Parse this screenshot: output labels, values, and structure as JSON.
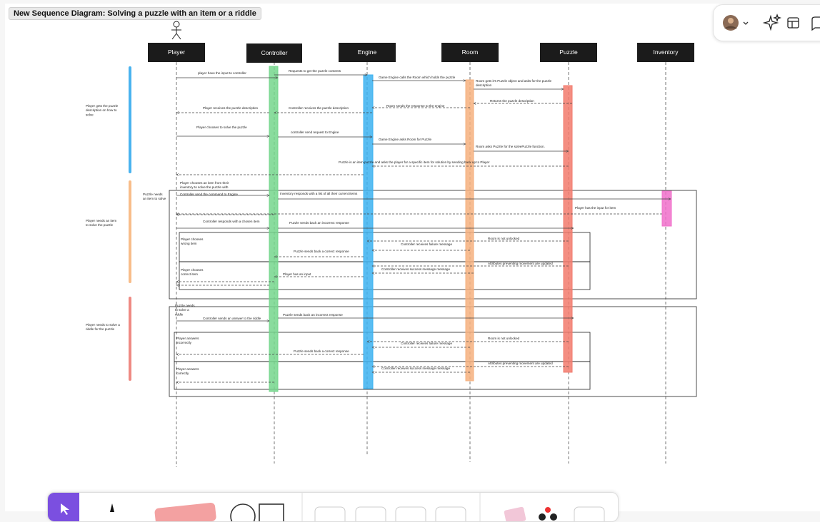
{
  "title": "New Sequence Diagram: Solving a puzzle with an item or a riddle",
  "colors": {
    "controller": "#74d68c",
    "engine": "#3cb2f0",
    "room": "#f6b07e",
    "puzzle": "#f27a6c",
    "inventory": "#f06fca",
    "box": "#1b1b1b",
    "bar_blue": "#4ab3ef",
    "bar_orange": "#f8bd8a",
    "bar_red": "#ee8a83"
  },
  "participants": [
    "Player",
    "Controller",
    "Engine",
    "Room",
    "Puzzle",
    "Inventory"
  ],
  "side_notes": [
    [
      "Player gets the puzzle",
      "description on how to",
      "solve"
    ],
    [
      "Player needs an item",
      "to solve the puzzle"
    ],
    [
      "Player needs to solve a",
      "riddle for the puzzle"
    ]
  ],
  "fragment_labels": {
    "item": [
      "Puzzle needs",
      "an item to solve"
    ],
    "riddle": [
      "Puzzle needs",
      "to solve a",
      "riddle"
    ],
    "wrong_item": [
      "Player chooses",
      "wrong item"
    ],
    "correct_item": [
      "Player chooses",
      "correct item"
    ],
    "wrong_answer": [
      "Player answers",
      "incorrectly"
    ],
    "correct_answer": [
      "Player answers",
      "correctly"
    ]
  },
  "messages": [
    "player have the input to controller",
    "Requests to get the puzzle contents",
    "Game Engine calls the Room which holds the puzzle",
    [
      "Room gets it's Puzzle object and asks for the puzzle",
      "description"
    ],
    "Returns the puzzle description",
    "Room sends the response to the engine",
    "Controller receives the puzzle description",
    "Player receives the puzzle description",
    "Player chooses to solve the puzzle",
    "controller send request to Engine",
    "Game Engine asks Room for Puzzle",
    "Room asks Puzzle for the solvePuzzle function.",
    "Puzzle is an item puzzle and asks the player for a specific item for solution by sending back up to Player",
    [
      "Player chooses an item from their",
      "inventory to solve the puzzle with"
    ],
    "Controller send the command to Engine",
    "Inventory responds with a list of all their current items",
    "Player has the input for item",
    "Controller responds with a chosen item",
    "Puzzle sends back an incorrect response",
    "Room is not unlocked",
    "Controller receives failure message",
    "Puzzle sends back a correct response",
    "Attributes preventing movement are updated",
    "Controller receives success message message",
    "Player has an input",
    "Controller sends an answer to the riddle",
    "Puzzle sends back an incorrect response",
    "Room is not unlocked",
    "Controller receives failure message",
    "Puzzle sends back a correct response",
    "Attributes preventing movement are updated",
    "Controller receives success message message"
  ]
}
